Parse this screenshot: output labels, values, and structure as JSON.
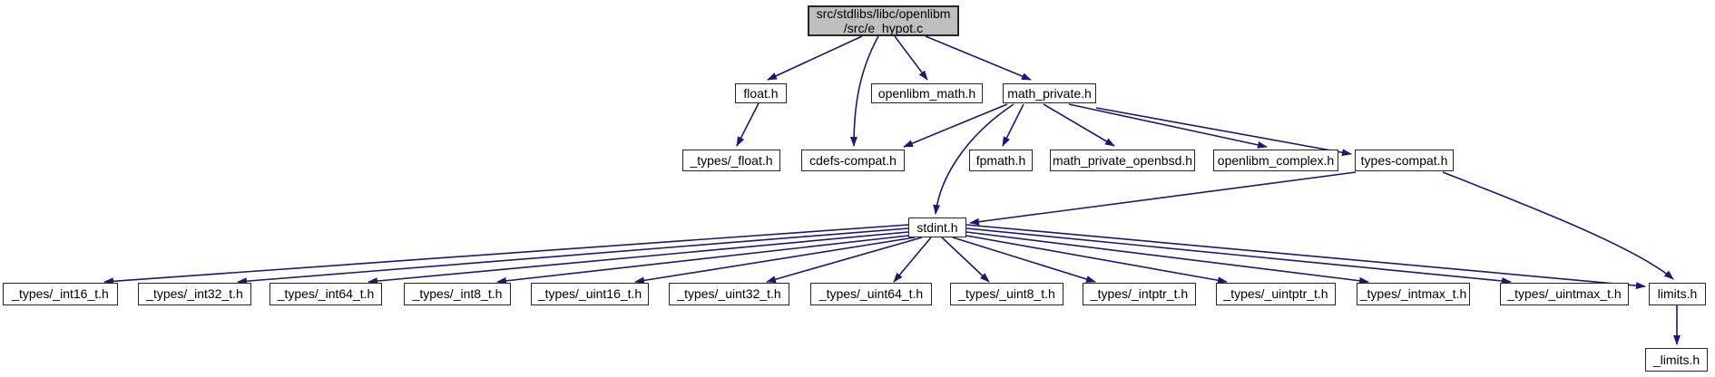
{
  "colors": {
    "edge": "#191970",
    "node_border": "#242424",
    "node_fill": "#ffffff",
    "current_fill": "#bfbfbf",
    "text": "#000000",
    "background": "#ffffff"
  },
  "graph": {
    "nodes": [
      {
        "id": "e_hypot",
        "lines": [
          "src/stdlibs/libc/openlibm",
          "/src/e_hypot.c"
        ],
        "current": true
      },
      {
        "id": "float_h",
        "label": "float.h"
      },
      {
        "id": "openlibm_math_h",
        "label": "openlibm_math.h"
      },
      {
        "id": "math_private_h",
        "label": "math_private.h"
      },
      {
        "id": "types_float_h",
        "label": "_types/_float.h"
      },
      {
        "id": "cdefs_compat_h",
        "label": "cdefs-compat.h"
      },
      {
        "id": "fpmath_h",
        "label": "fpmath.h"
      },
      {
        "id": "math_private_openbsd_h",
        "label": "math_private_openbsd.h"
      },
      {
        "id": "openlibm_complex_h",
        "label": "openlibm_complex.h"
      },
      {
        "id": "types_compat_h",
        "label": "types-compat.h"
      },
      {
        "id": "stdint_h",
        "label": "stdint.h"
      },
      {
        "id": "int16",
        "label": "_types/_int16_t.h"
      },
      {
        "id": "int32",
        "label": "_types/_int32_t.h"
      },
      {
        "id": "int64",
        "label": "_types/_int64_t.h"
      },
      {
        "id": "int8",
        "label": "_types/_int8_t.h"
      },
      {
        "id": "uint16",
        "label": "_types/_uint16_t.h"
      },
      {
        "id": "uint32",
        "label": "_types/_uint32_t.h"
      },
      {
        "id": "uint64",
        "label": "_types/_uint64_t.h"
      },
      {
        "id": "uint8",
        "label": "_types/_uint8_t.h"
      },
      {
        "id": "intptr",
        "label": "_types/_intptr_t.h"
      },
      {
        "id": "uintptr",
        "label": "_types/_uintptr_t.h"
      },
      {
        "id": "intmax",
        "label": "_types/_intmax_t.h"
      },
      {
        "id": "uintmax",
        "label": "_types/_uintmax_t.h"
      },
      {
        "id": "limits_h",
        "label": "limits.h"
      },
      {
        "id": "ulimits_h",
        "label": "_limits.h"
      }
    ],
    "edges": [
      {
        "from": "e_hypot",
        "to": "float_h"
      },
      {
        "from": "e_hypot",
        "to": "openlibm_math_h"
      },
      {
        "from": "e_hypot",
        "to": "math_private_h"
      },
      {
        "from": "e_hypot",
        "to": "cdefs_compat_h"
      },
      {
        "from": "float_h",
        "to": "types_float_h"
      },
      {
        "from": "math_private_h",
        "to": "cdefs_compat_h"
      },
      {
        "from": "math_private_h",
        "to": "fpmath_h"
      },
      {
        "from": "math_private_h",
        "to": "math_private_openbsd_h"
      },
      {
        "from": "math_private_h",
        "to": "openlibm_complex_h"
      },
      {
        "from": "math_private_h",
        "to": "types_compat_h"
      },
      {
        "from": "math_private_h",
        "to": "stdint_h"
      },
      {
        "from": "types_compat_h",
        "to": "stdint_h"
      },
      {
        "from": "types_compat_h",
        "to": "limits_h"
      },
      {
        "from": "stdint_h",
        "to": "int16"
      },
      {
        "from": "stdint_h",
        "to": "int32"
      },
      {
        "from": "stdint_h",
        "to": "int64"
      },
      {
        "from": "stdint_h",
        "to": "int8"
      },
      {
        "from": "stdint_h",
        "to": "uint16"
      },
      {
        "from": "stdint_h",
        "to": "uint32"
      },
      {
        "from": "stdint_h",
        "to": "uint64"
      },
      {
        "from": "stdint_h",
        "to": "uint8"
      },
      {
        "from": "stdint_h",
        "to": "intptr"
      },
      {
        "from": "stdint_h",
        "to": "uintptr"
      },
      {
        "from": "stdint_h",
        "to": "intmax"
      },
      {
        "from": "stdint_h",
        "to": "uintmax"
      },
      {
        "from": "stdint_h",
        "to": "limits_h"
      },
      {
        "from": "limits_h",
        "to": "ulimits_h"
      }
    ]
  }
}
